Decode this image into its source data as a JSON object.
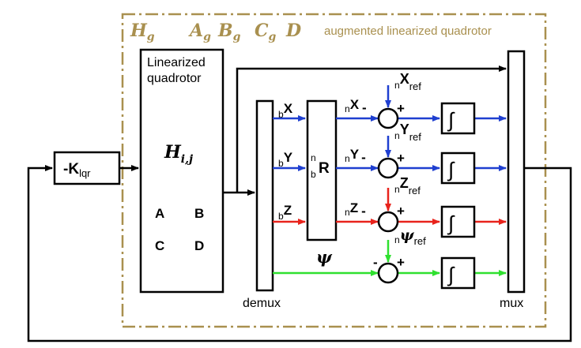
{
  "system_labels": {
    "Hg_main": "H",
    "Hg_sub": "g",
    "Ag_main": "A",
    "Ag_sub": "g",
    "Bg_main": "B",
    "Bg_sub": "g",
    "Cg_main": "C",
    "Cg_sub": "g",
    "D": "D",
    "augmented_title": "augmented linearized quadrotor"
  },
  "controller": {
    "prefix": "-K",
    "sub": "lqr"
  },
  "plant": {
    "title_line1": "Linearized",
    "title_line2": "quadrotor",
    "H_main": "H",
    "H_sub": "i,j",
    "A": "A",
    "B": "B",
    "C": "C",
    "D": "D"
  },
  "demux_label": "demux",
  "mux_label": "mux",
  "rotation": {
    "n": "n",
    "b": "b",
    "R": "R",
    "psi": "ψ"
  },
  "body_signals": {
    "x": {
      "pre": "b",
      "main": "X"
    },
    "y": {
      "pre": "b",
      "main": "Y"
    },
    "z": {
      "pre": "b",
      "main": "Z"
    }
  },
  "nav_signals": {
    "x": {
      "pre": "n",
      "main": "X",
      "sign": "-"
    },
    "y": {
      "pre": "n",
      "main": "Y",
      "sign": "-"
    },
    "z": {
      "pre": "n",
      "main": "Z",
      "sign": "-"
    },
    "psi": {
      "sign": "-"
    }
  },
  "references": {
    "x": {
      "pre": "n",
      "main": "X",
      "sub": "ref",
      "sign": "+"
    },
    "y": {
      "pre": "n",
      "main": "Y",
      "sub": "ref",
      "sign": "+"
    },
    "z": {
      "pre": "n",
      "main": "Z",
      "sub": "ref",
      "sign": "+"
    },
    "psi": {
      "pre": "n",
      "main": "ψ",
      "sub": "ref",
      "sign": "+"
    }
  },
  "integrator_symbol": "∫",
  "colors": {
    "blue": "#1f3fd0",
    "red": "#e8231c",
    "green": "#2fe02f",
    "gold": "#a9904f",
    "black": "#000000"
  }
}
